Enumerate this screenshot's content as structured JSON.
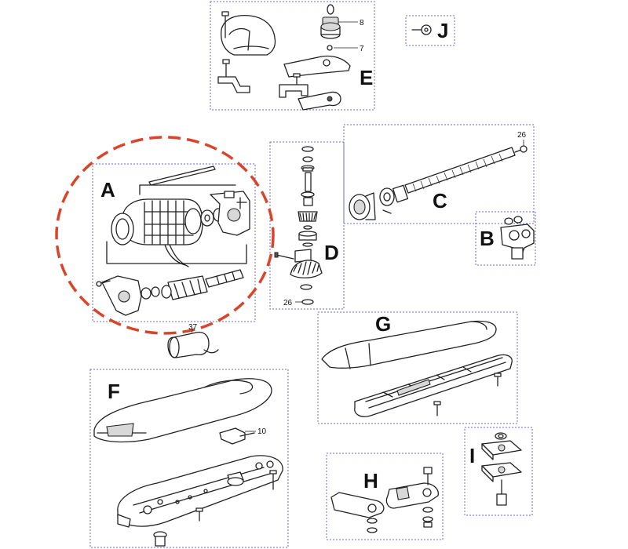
{
  "highlight": {
    "color": "#d9452b",
    "target_group": "A"
  },
  "groups": {
    "A": {
      "label": "A"
    },
    "B": {
      "label": "B"
    },
    "C": {
      "label": "C"
    },
    "D": {
      "label": "D"
    },
    "E": {
      "label": "E"
    },
    "F": {
      "label": "F"
    },
    "G": {
      "label": "G"
    },
    "H": {
      "label": "H"
    },
    "I": {
      "label": "I"
    },
    "J": {
      "label": "J"
    }
  },
  "ref_numbers": {
    "e_top": "8",
    "e_mid": "7",
    "c_end": "26",
    "d_bottom": "26",
    "capacitor": "37",
    "f_bracket": "10"
  }
}
